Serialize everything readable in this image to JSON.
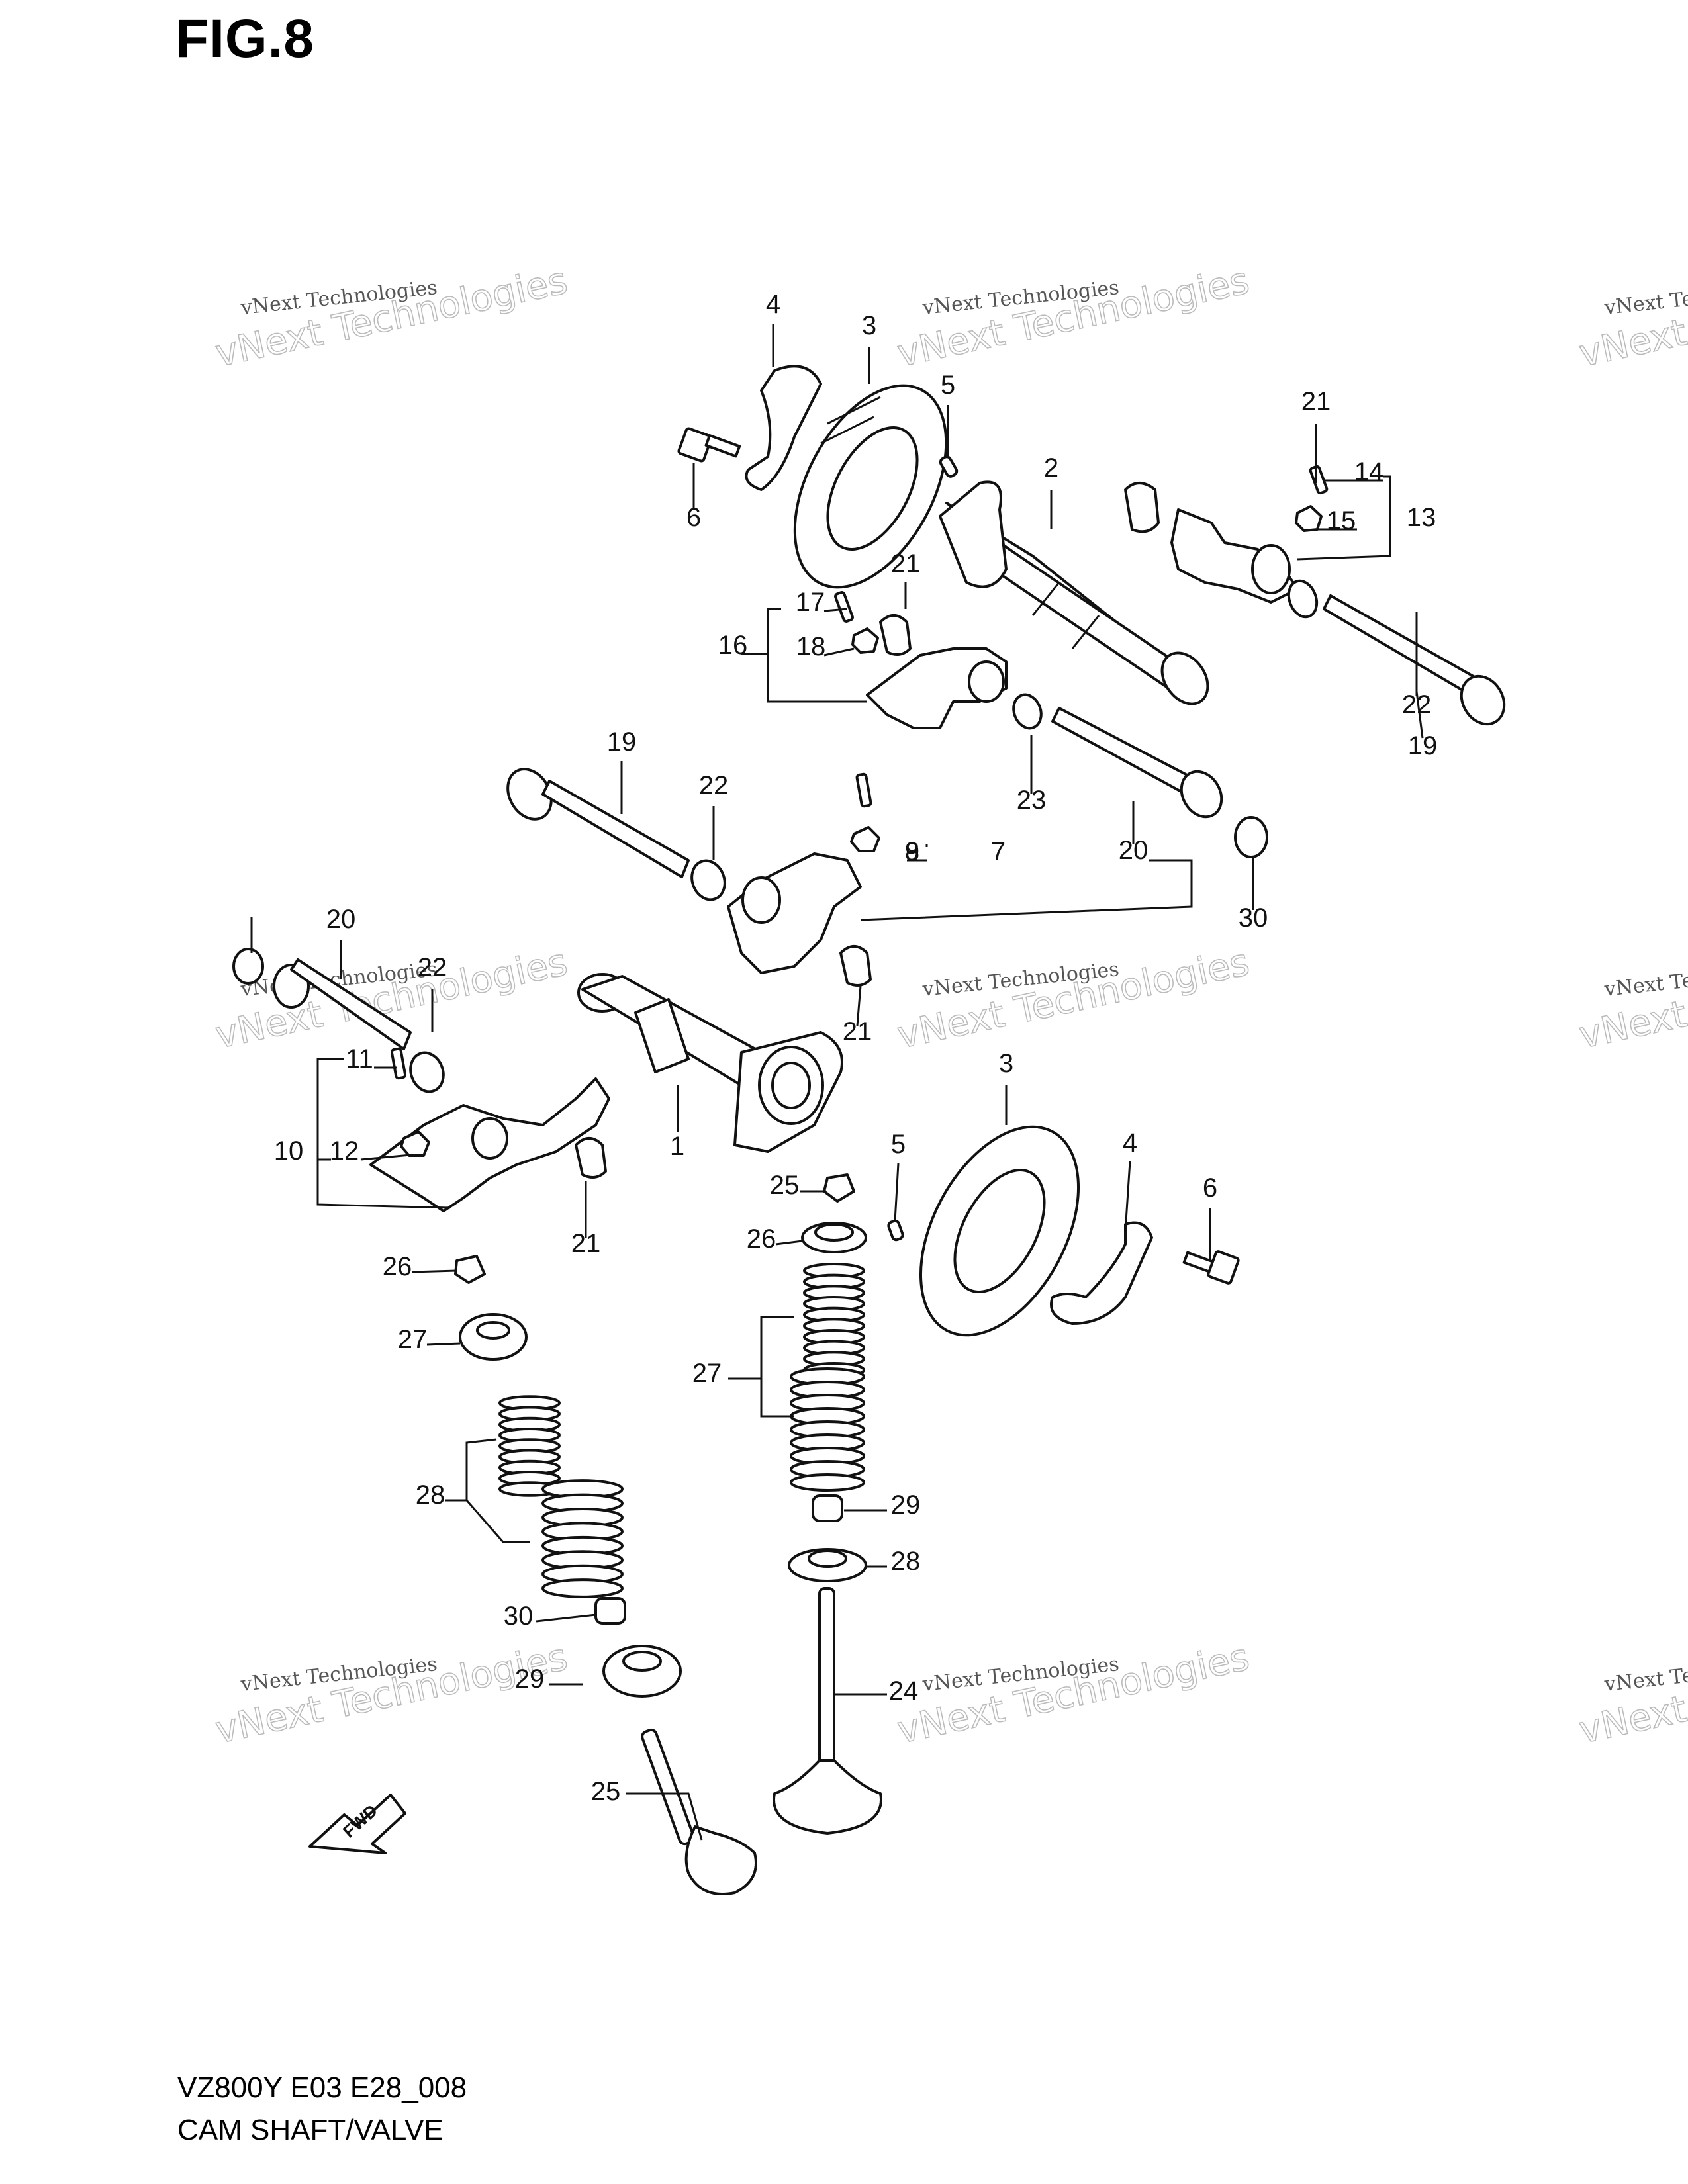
{
  "figure": {
    "title": "FIG.8"
  },
  "footer": {
    "model_code": "VZ800Y E03 E28_008",
    "section_name": "CAM SHAFT/VALVE"
  },
  "fwd_label": "FWD",
  "watermark": {
    "small": "vNext Technologies",
    "large": "vNext Technologies"
  },
  "callouts": [
    "1",
    "2",
    "3",
    "3",
    "4",
    "4",
    "5",
    "5",
    "6",
    "6",
    "7",
    "8",
    "9",
    "10",
    "11",
    "12",
    "13",
    "14",
    "15",
    "16",
    "17",
    "18",
    "19",
    "19",
    "20",
    "20",
    "21",
    "21",
    "21",
    "21",
    "22",
    "22",
    "22",
    "23",
    "24",
    "25",
    "25",
    "26",
    "26",
    "27",
    "27",
    "28",
    "28",
    "29",
    "29",
    "30",
    "30"
  ]
}
